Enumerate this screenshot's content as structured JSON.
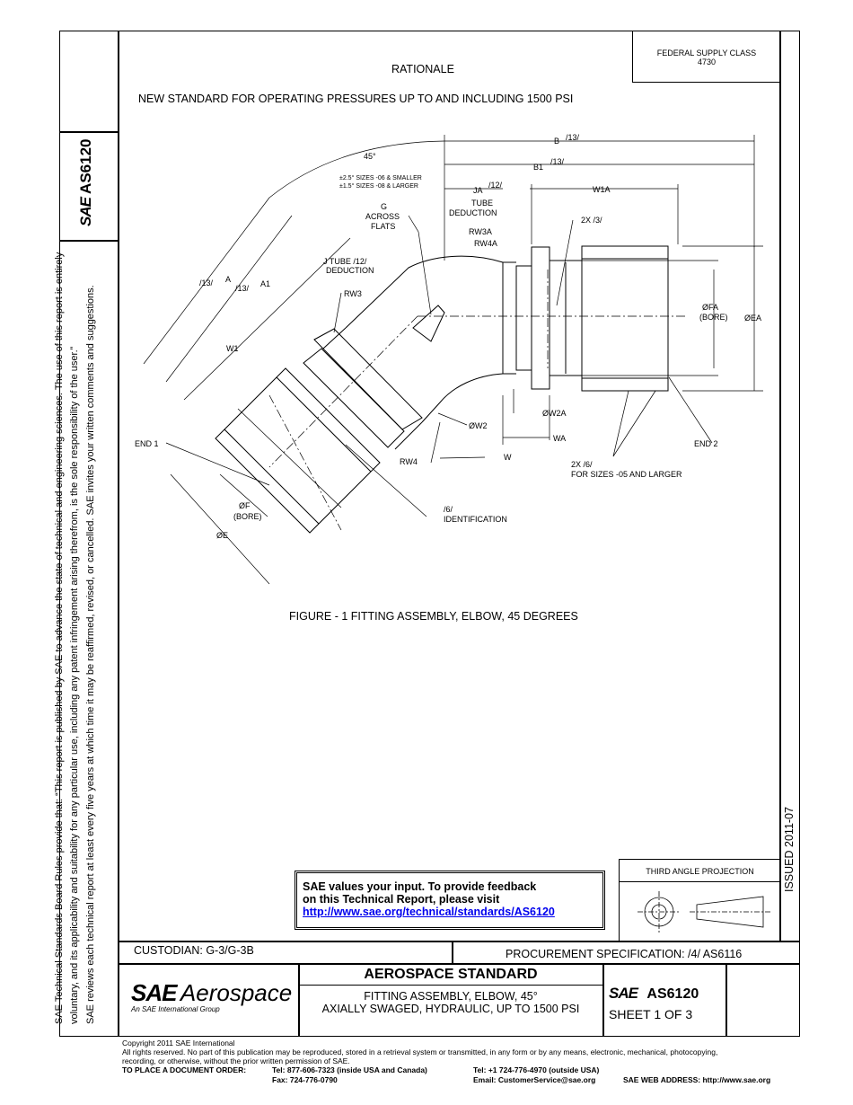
{
  "left_notes": {
    "line1": "SAE Technical Standards Board Rules provide that: “This report is published by SAE to advance the state of technical and engineering sciences. The use of this report is entirely",
    "line2": "voluntary, and its applicability and suitability for any particular use, including any patent infringement arising therefrom, is the sole responsibility of the user.”",
    "line3": "SAE reviews each technical report at least every five years at which time it may be reaffirmed, revised, or cancelled. SAE invites your written comments and suggestions."
  },
  "side_tab": {
    "logo": "SAE",
    "doc_number": "AS6120"
  },
  "header": {
    "fsc_label": "FEDERAL SUPPLY CLASS",
    "fsc_value": "4730",
    "rationale_title": "RATIONALE",
    "rationale_text": "NEW STANDARD FOR OPERATING PRESSURES UP TO AND INCLUDING 1500 PSI"
  },
  "issued": "ISSUED 2011-07",
  "figure": {
    "caption": "FIGURE - 1 FITTING ASSEMBLY, ELBOW, 45 DEGREES",
    "labels": {
      "angle": "45°",
      "tol1": "±2.5° SIZES -06 & SMALLER",
      "tol2": "±1.5° SIZES -08 & LARGER",
      "b": "B",
      "b_note": "/13/",
      "b1": "B1",
      "b1_note": "/13/",
      "ja": "JA",
      "ja_note": "/12/",
      "tube": "TUBE",
      "deduction": "DEDUCTION",
      "w1a": "W1A",
      "g": "G",
      "across": "ACROSS",
      "flats": "FLATS",
      "twox3": "2X /3/",
      "rw3a": "RW3A",
      "rw4a": "RW4A",
      "j_tube": "J TUBE /12/",
      "j_deduction": "DEDUCTION",
      "a_note": "/13/",
      "a": "A",
      "a1_note": "/13/",
      "a1": "A1",
      "rw3": "RW3",
      "w1": "W1",
      "fa": "ØFA",
      "fa_bore": "(BORE)",
      "ea": "ØEA",
      "w2a": "ØW2A",
      "w2": "ØW2",
      "wa": "WA",
      "end2": "END 2",
      "end1": "END 1",
      "rw4": "RW4",
      "w": "W",
      "twox6": "2X /6/",
      "for_sizes": "FOR SIZES -05 AND LARGER",
      "f": "ØF",
      "f_bore": "(BORE)",
      "ident_note": "/6/",
      "identification": "IDENTIFICATION",
      "e": "ØE"
    }
  },
  "feedback": {
    "line1": "SAE values your input. To provide feedback",
    "line2": "on this Technical Report, please visit",
    "link": "http://www.sae.org/technical/standards/AS6120"
  },
  "third_angle": "THIRD ANGLE PROJECTION",
  "custodian": "CUSTODIAN: G-3/G-3B",
  "procurement": "PROCUREMENT SPECIFICATION: /4/ AS6116",
  "title_block": {
    "logo_sae": "SAE",
    "logo_aero": "Aerospace",
    "logo_sub": "An SAE International Group",
    "standard": "AEROSPACE STANDARD",
    "title1": "FITTING ASSEMBLY, ELBOW, 45°",
    "title2": "AXIALLY SWAGED, HYDRAULIC, UP TO 1500 PSI",
    "doc_logo": "SAE",
    "doc_number": "AS6120",
    "sheet": "SHEET 1 OF 3"
  },
  "footer": {
    "copyright": "Copyright 2011 SAE International",
    "rights1": "All rights reserved. No part of this publication may be reproduced, stored in a retrieval system or transmitted, in any form or by any means, electronic, mechanical, photocopying,",
    "rights2": "recording, or otherwise, without the prior written permission of SAE.",
    "order_label": "TO PLACE A DOCUMENT ORDER:",
    "tel_inside": "Tel: 877-606-7323 (inside USA and Canada)",
    "fax": "Fax: 724-776-0790",
    "tel_outside": "Tel: +1 724-776-4970 (outside USA)",
    "email": "Email: CustomerService@sae.org",
    "web": "SAE WEB ADDRESS: http://www.sae.org"
  }
}
